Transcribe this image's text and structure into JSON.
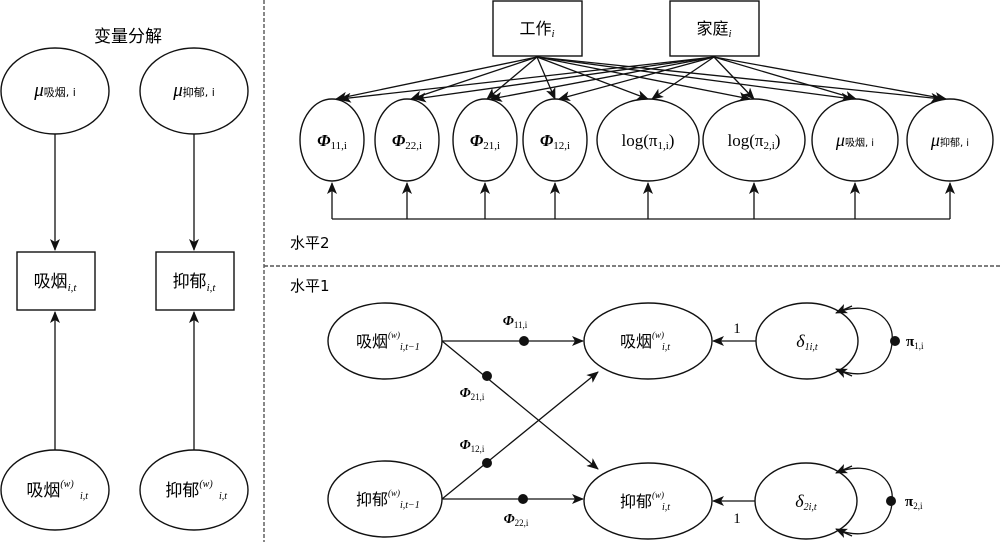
{
  "left_panel": {
    "title": "变量分解",
    "mu_smoke": {
      "sym": "μ",
      "sub": "吸烟, i"
    },
    "mu_dep": {
      "sym": "μ",
      "sub": "抑郁, i"
    },
    "smoke_obs": {
      "base": "吸烟",
      "sub": "i,t"
    },
    "dep_obs": {
      "base": "抑郁",
      "sub": "i,t"
    },
    "smoke_within": {
      "base": "吸烟",
      "sup": "(w)",
      "sub": "i,t"
    },
    "dep_within": {
      "base": "抑郁",
      "sup": "(w)",
      "sub": "i,t"
    }
  },
  "level2": {
    "label": "水平2",
    "predictors": [
      {
        "base": "工作",
        "sub": "i"
      },
      {
        "base": "家庭",
        "sub": "i"
      }
    ],
    "outcomes": [
      {
        "sym": "Φ",
        "sub": "11,i"
      },
      {
        "sym": "Φ",
        "sub": "22,i"
      },
      {
        "sym": "Φ",
        "sub": "21,i"
      },
      {
        "sym": "Φ",
        "sub": "12,i"
      },
      {
        "pre": "log(π",
        "sub": "1,i",
        "post": ")"
      },
      {
        "pre": "log(π",
        "sub": "2,i",
        "post": ")"
      },
      {
        "sym": "μ",
        "sub": "吸烟, i"
      },
      {
        "sym": "μ",
        "sub": "抑郁, i"
      }
    ]
  },
  "level1": {
    "label": "水平1",
    "smoke_lag": {
      "base": "吸烟",
      "sup": "(w)",
      "sub": "i,t−1"
    },
    "dep_lag": {
      "base": "抑郁",
      "sup": "(w)",
      "sub": "i,t−1"
    },
    "smoke_now": {
      "base": "吸烟",
      "sup": "(w)",
      "sub": "i,t"
    },
    "dep_now": {
      "base": "抑郁",
      "sup": "(w)",
      "sub": "i,t"
    },
    "delta1": {
      "sym": "δ",
      "sub": "1i,t"
    },
    "delta2": {
      "sym": "δ",
      "sub": "2i,t"
    },
    "path_phi11": {
      "sym": "Φ",
      "sub": "11,i"
    },
    "path_phi21": {
      "sym": "Φ",
      "sub": "21,i"
    },
    "path_phi12": {
      "sym": "Φ",
      "sub": "12,i"
    },
    "path_phi22": {
      "sym": "Φ",
      "sub": "22,i"
    },
    "loading1": "1",
    "loading2": "1",
    "pi1": {
      "sym": "π",
      "sub": "1,i"
    },
    "pi2": {
      "sym": "π",
      "sub": "2,i"
    }
  }
}
